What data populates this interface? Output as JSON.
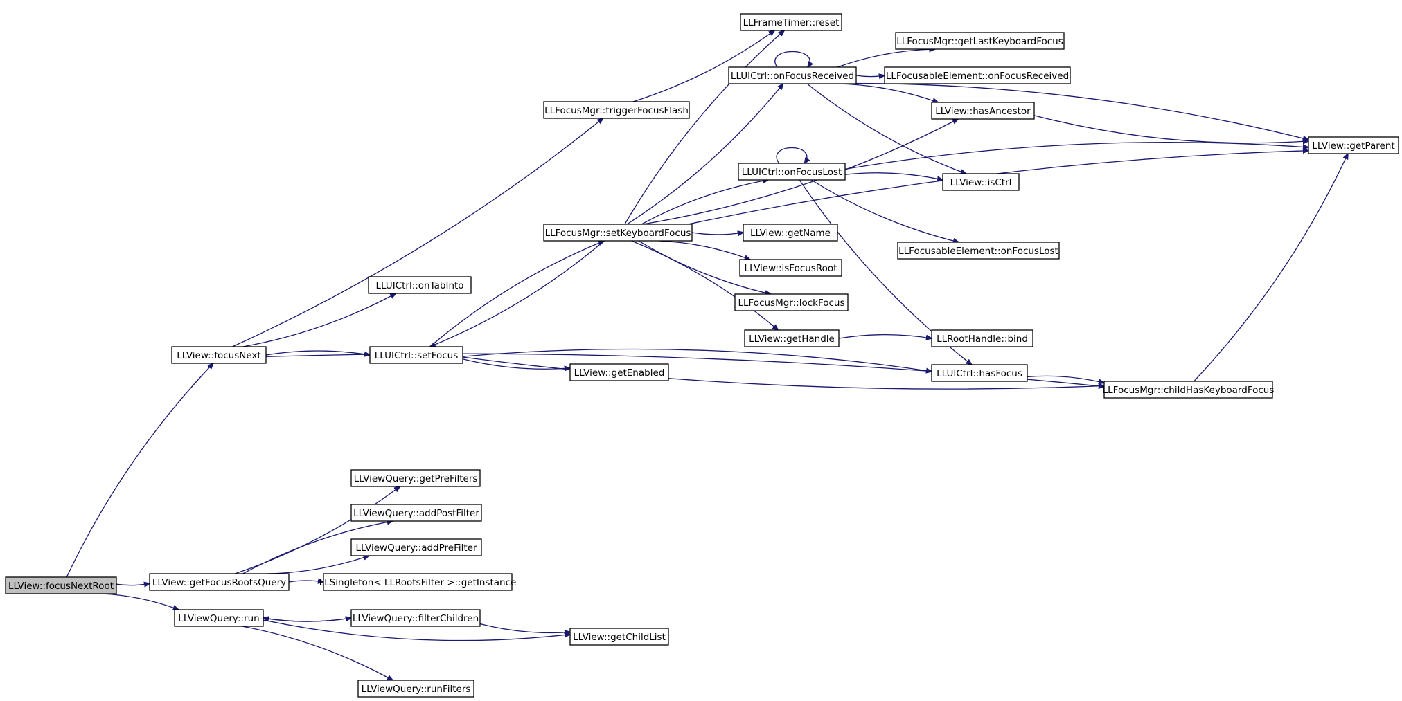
{
  "diagram": {
    "nodes": [
      {
        "id": "focusNextRoot",
        "label": "LLView::focusNextRoot",
        "root": true
      },
      {
        "id": "focusNext",
        "label": "LLView::focusNext"
      },
      {
        "id": "getFocusRootsQuery",
        "label": "LLView::getFocusRootsQuery"
      },
      {
        "id": "run",
        "label": "LLViewQuery::run"
      },
      {
        "id": "onTabInto",
        "label": "LLUICtrl::onTabInto"
      },
      {
        "id": "setFocus",
        "label": "LLUICtrl::setFocus"
      },
      {
        "id": "getPreFilters",
        "label": "LLViewQuery::getPreFilters"
      },
      {
        "id": "addPostFilter",
        "label": "LLViewQuery::addPostFilter"
      },
      {
        "id": "addPreFilter",
        "label": "LLViewQuery::addPreFilter"
      },
      {
        "id": "getInstance",
        "label": "LLSingleton< LLRootsFilter >::getInstance"
      },
      {
        "id": "filterChildren",
        "label": "LLViewQuery::filterChildren"
      },
      {
        "id": "runFilters",
        "label": "LLViewQuery::runFilters"
      },
      {
        "id": "triggerFocusFlash",
        "label": "LLFocusMgr::triggerFocusFlash"
      },
      {
        "id": "setKeyboardFocus",
        "label": "LLFocusMgr::setKeyboardFocus"
      },
      {
        "id": "getEnabled",
        "label": "LLView::getEnabled"
      },
      {
        "id": "getChildList",
        "label": "LLView::getChildList"
      },
      {
        "id": "resetTimer",
        "label": "LLFrameTimer::reset"
      },
      {
        "id": "onFocusReceived",
        "label": "LLUICtrl::onFocusReceived"
      },
      {
        "id": "onFocusLost",
        "label": "LLUICtrl::onFocusLost"
      },
      {
        "id": "getName",
        "label": "LLView::getName"
      },
      {
        "id": "isFocusRoot",
        "label": "LLView::isFocusRoot"
      },
      {
        "id": "lockFocus",
        "label": "LLFocusMgr::lockFocus"
      },
      {
        "id": "getHandle",
        "label": "LLView::getHandle"
      },
      {
        "id": "getLastKeyboardFocus",
        "label": "LLFocusMgr::getLastKeyboardFocus"
      },
      {
        "id": "feOnFocusReceived",
        "label": "LLFocusableElement::onFocusReceived"
      },
      {
        "id": "hasAncestor",
        "label": "LLView::hasAncestor"
      },
      {
        "id": "isCtrl",
        "label": "LLView::isCtrl"
      },
      {
        "id": "feOnFocusLost",
        "label": "LLFocusableElement::onFocusLost"
      },
      {
        "id": "bind",
        "label": "LLRootHandle::bind"
      },
      {
        "id": "hasFocus",
        "label": "LLUICtrl::hasFocus"
      },
      {
        "id": "childHasKeyboardFocus",
        "label": "LLFocusMgr::childHasKeyboardFocus"
      },
      {
        "id": "getParent",
        "label": "LLView::getParent"
      }
    ],
    "edges": [
      {
        "from": "focusNextRoot",
        "to": "focusNext"
      },
      {
        "from": "focusNextRoot",
        "to": "getFocusRootsQuery"
      },
      {
        "from": "focusNextRoot",
        "to": "run"
      },
      {
        "from": "focusNext",
        "to": "onTabInto"
      },
      {
        "from": "focusNext",
        "to": "setFocus"
      },
      {
        "from": "focusNext",
        "to": "triggerFocusFlash"
      },
      {
        "from": "focusNext",
        "to": "childHasKeyboardFocus"
      },
      {
        "from": "getFocusRootsQuery",
        "to": "getPreFilters"
      },
      {
        "from": "getFocusRootsQuery",
        "to": "addPostFilter"
      },
      {
        "from": "getFocusRootsQuery",
        "to": "addPreFilter"
      },
      {
        "from": "getFocusRootsQuery",
        "to": "getInstance"
      },
      {
        "from": "run",
        "to": "filterChildren"
      },
      {
        "from": "run",
        "to": "runFilters"
      },
      {
        "from": "run",
        "to": "getChildList"
      },
      {
        "from": "filterChildren",
        "to": "run"
      },
      {
        "from": "filterChildren",
        "to": "getChildList"
      },
      {
        "from": "setFocus",
        "to": "setKeyboardFocus"
      },
      {
        "from": "setFocus",
        "to": "getEnabled"
      },
      {
        "from": "setFocus",
        "to": "hasFocus"
      },
      {
        "from": "setFocus",
        "to": "childHasKeyboardFocus"
      },
      {
        "from": "setKeyboardFocus",
        "to": "setFocus"
      },
      {
        "from": "triggerFocusFlash",
        "to": "resetTimer"
      },
      {
        "from": "setKeyboardFocus",
        "to": "resetTimer"
      },
      {
        "from": "setKeyboardFocus",
        "to": "onFocusReceived"
      },
      {
        "from": "setKeyboardFocus",
        "to": "onFocusLost"
      },
      {
        "from": "setKeyboardFocus",
        "to": "getName"
      },
      {
        "from": "setKeyboardFocus",
        "to": "isFocusRoot"
      },
      {
        "from": "setKeyboardFocus",
        "to": "lockFocus"
      },
      {
        "from": "setKeyboardFocus",
        "to": "getHandle"
      },
      {
        "from": "setKeyboardFocus",
        "to": "hasAncestor"
      },
      {
        "from": "setKeyboardFocus",
        "to": "getParent"
      },
      {
        "from": "onFocusReceived",
        "to": "onFocusReceived"
      },
      {
        "from": "onFocusReceived",
        "to": "getLastKeyboardFocus"
      },
      {
        "from": "onFocusReceived",
        "to": "feOnFocusReceived"
      },
      {
        "from": "onFocusReceived",
        "to": "hasAncestor"
      },
      {
        "from": "onFocusReceived",
        "to": "isCtrl"
      },
      {
        "from": "onFocusReceived",
        "to": "getParent"
      },
      {
        "from": "onFocusLost",
        "to": "onFocusLost"
      },
      {
        "from": "onFocusLost",
        "to": "isCtrl"
      },
      {
        "from": "onFocusLost",
        "to": "feOnFocusLost"
      },
      {
        "from": "onFocusLost",
        "to": "getParent"
      },
      {
        "from": "onFocusLost",
        "to": "hasFocus"
      },
      {
        "from": "getHandle",
        "to": "bind"
      },
      {
        "from": "hasAncestor",
        "to": "getParent"
      },
      {
        "from": "hasFocus",
        "to": "childHasKeyboardFocus"
      },
      {
        "from": "childHasKeyboardFocus",
        "to": "getParent"
      }
    ]
  }
}
